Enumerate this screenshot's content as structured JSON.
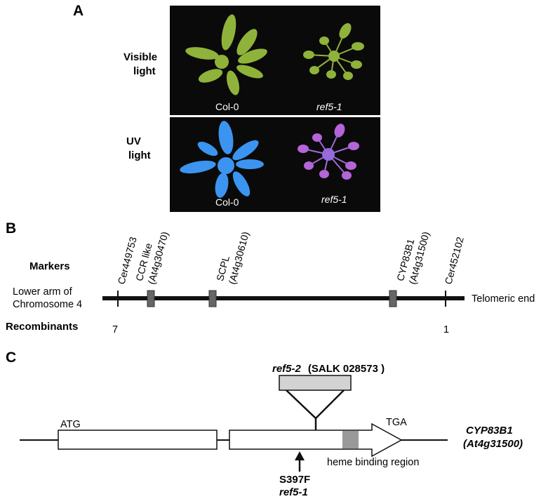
{
  "panel_a": {
    "letter": "A",
    "row_labels": [
      {
        "line1": "Visible",
        "line2": "light"
      },
      {
        "line1": "UV",
        "line2": "light"
      }
    ],
    "photo_labels": {
      "visible": [
        "Col-0",
        "ref5-1"
      ],
      "uv": [
        "Col-0",
        "ref5-1"
      ]
    }
  },
  "panel_b": {
    "letter": "B",
    "markers_title": "Markers",
    "chromosome_label": {
      "line1": "Lower arm of",
      "line2": "Chromosome 4"
    },
    "telomeric_label": "Telomeric end",
    "recombinants_title": "Recombinants",
    "markers": [
      {
        "line1": "Cer449753",
        "line2": ""
      },
      {
        "line1": "CCR like",
        "line2": "(At4g30470)"
      },
      {
        "line1": "SCPL",
        "line2": "(At4g30610)"
      },
      {
        "line1": "CYP83B1",
        "line2": "(At4g31500)"
      },
      {
        "line1": "Cer452102",
        "line2": ""
      }
    ],
    "recombinant_counts": [
      "7",
      "1"
    ]
  },
  "panel_c": {
    "letter": "C",
    "insertion_allele": "ref5-2",
    "insertion_line": "(SALK 028573 )",
    "start_codon": "ATG",
    "stop_codon": "TGA",
    "heme_label": "heme binding region",
    "mutation": "S397F",
    "mutation_allele": "ref5-1",
    "gene_name": "CYP83B1",
    "gene_locus": "(At4g31500)"
  },
  "colors": {
    "photo_bg": "#0a0a0a",
    "visible_leaf": "#8fb33a",
    "col0_uv_leaf": "#3b95f0",
    "ref5_uv_leaf": "#b764d8",
    "marker_box": "#666666",
    "insert_box": "#d3d3d3",
    "heme_box": "#999999"
  }
}
